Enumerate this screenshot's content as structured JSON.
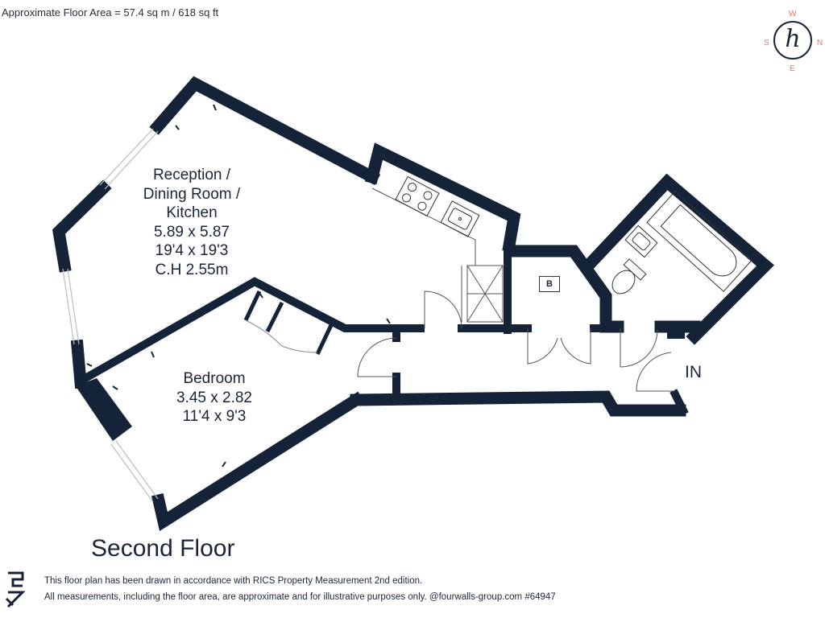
{
  "header": {
    "floor_area": "Approximate Floor Area = 57.4 sq m / 618 sq ft"
  },
  "compass": {
    "north": "N",
    "south": "S",
    "east": "E",
    "west": "W",
    "logo_letter": "h",
    "icon": "compass-logo-icon"
  },
  "rooms": {
    "reception": {
      "line1": "Reception /",
      "line2": "Dining Room /",
      "line3": "Kitchen",
      "dims_m": "5.89 x 5.87",
      "dims_ft": "19'4 x 19'3",
      "ceiling": "C.H 2.55m"
    },
    "bedroom": {
      "name": "Bedroom",
      "dims_m": "3.45 x 2.82",
      "dims_ft": "11'4 x 9'3"
    },
    "boiler": "B",
    "entrance": "IN"
  },
  "floor_title": "Second Floor",
  "footer": {
    "line1": "This floor plan has been drawn in accordance with RICS Property Measurement 2nd edition.",
    "line2": "All measurements, including the floor area, are approximate and for illustrative purposes only. @fourwalls-group.com #64947"
  },
  "colors": {
    "wall": "#142337",
    "text": "#1b2538",
    "compass_letters": "#e07a6a",
    "window": "#b9bdc4"
  }
}
